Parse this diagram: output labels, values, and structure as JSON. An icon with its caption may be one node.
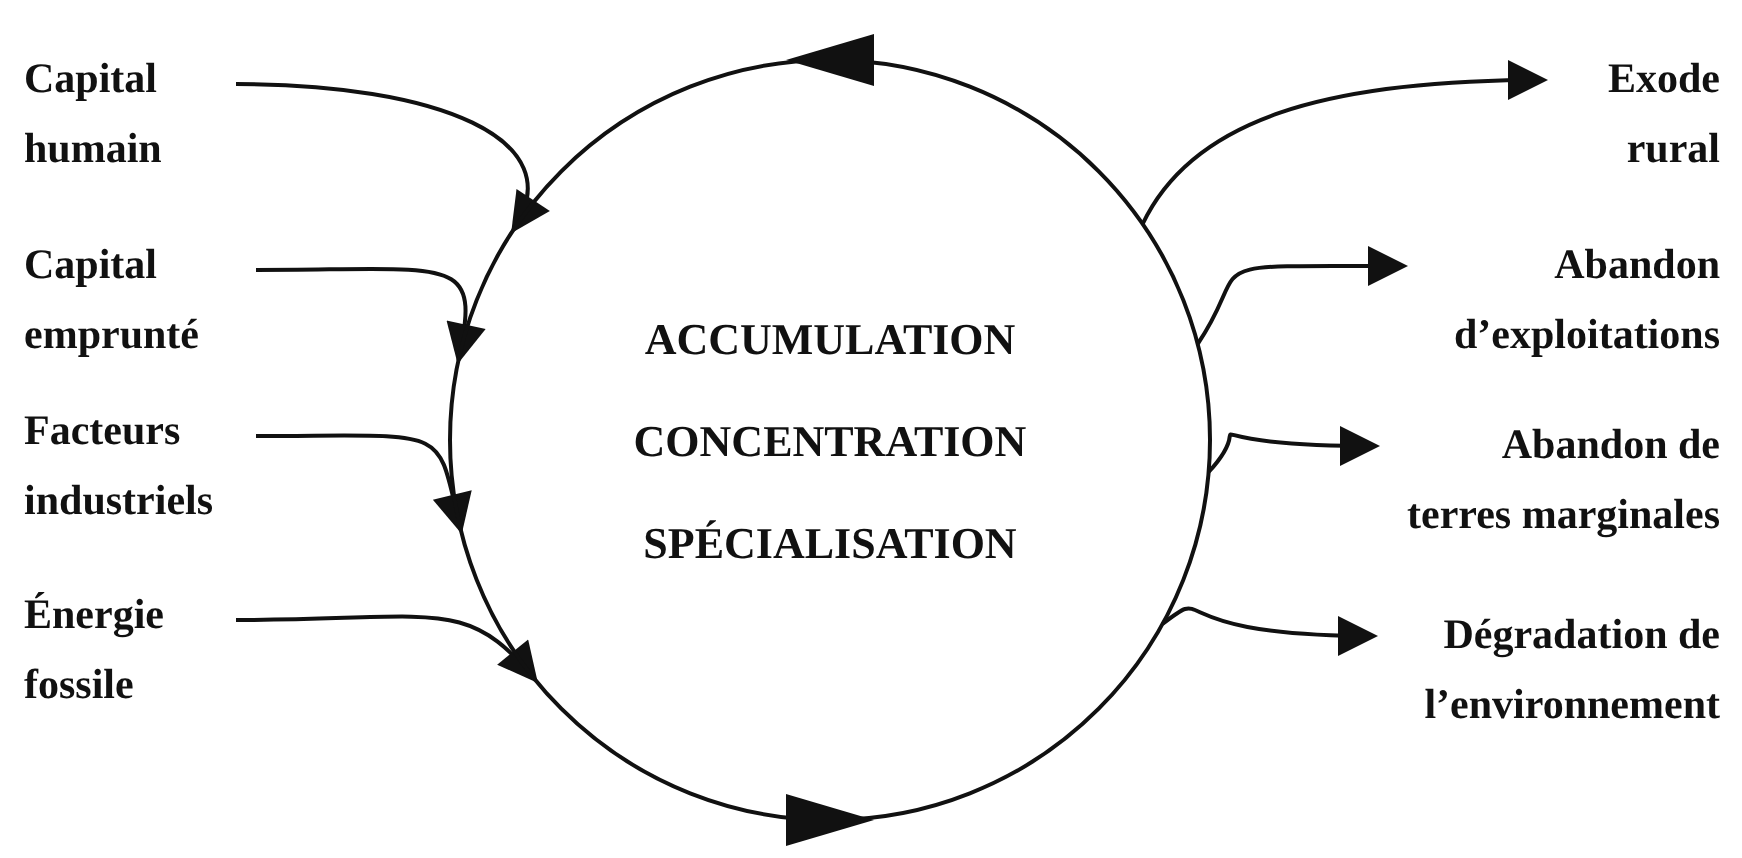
{
  "diagram": {
    "nodes": [
      {
        "text": [
          "ACCUMULATION",
          "CONCENTRATION",
          "SPÉCIALISATION"
        ]
      },
      {
        "text": [
          "Capital humain"
        ]
      },
      {
        "text": [
          "Capital emprunté"
        ]
      },
      {
        "text": [
          "Facteurs industriels"
        ]
      },
      {
        "text": [
          "Énergie fossile"
        ]
      },
      {
        "text": [
          "Exode rural"
        ]
      },
      {
        "text": [
          "Abandon d’exploitations"
        ]
      },
      {
        "text": [
          "Abandon de terres marginales"
        ]
      },
      {
        "text": [
          "Dégradation de l’environnement"
        ]
      }
    ],
    "edges": [
      {
        "from": 1,
        "to": 0,
        "arrow": "to"
      },
      {
        "from": 2,
        "to": 0,
        "arrow": "to"
      },
      {
        "from": 3,
        "to": 0,
        "arrow": "to"
      },
      {
        "from": 4,
        "to": 0,
        "arrow": "to"
      },
      {
        "from": 0,
        "to": 5,
        "arrow": "to"
      },
      {
        "from": 0,
        "to": 6,
        "arrow": "to"
      },
      {
        "from": 0,
        "to": 7,
        "arrow": "to"
      },
      {
        "from": 0,
        "to": 8,
        "arrow": "to"
      }
    ]
  }
}
